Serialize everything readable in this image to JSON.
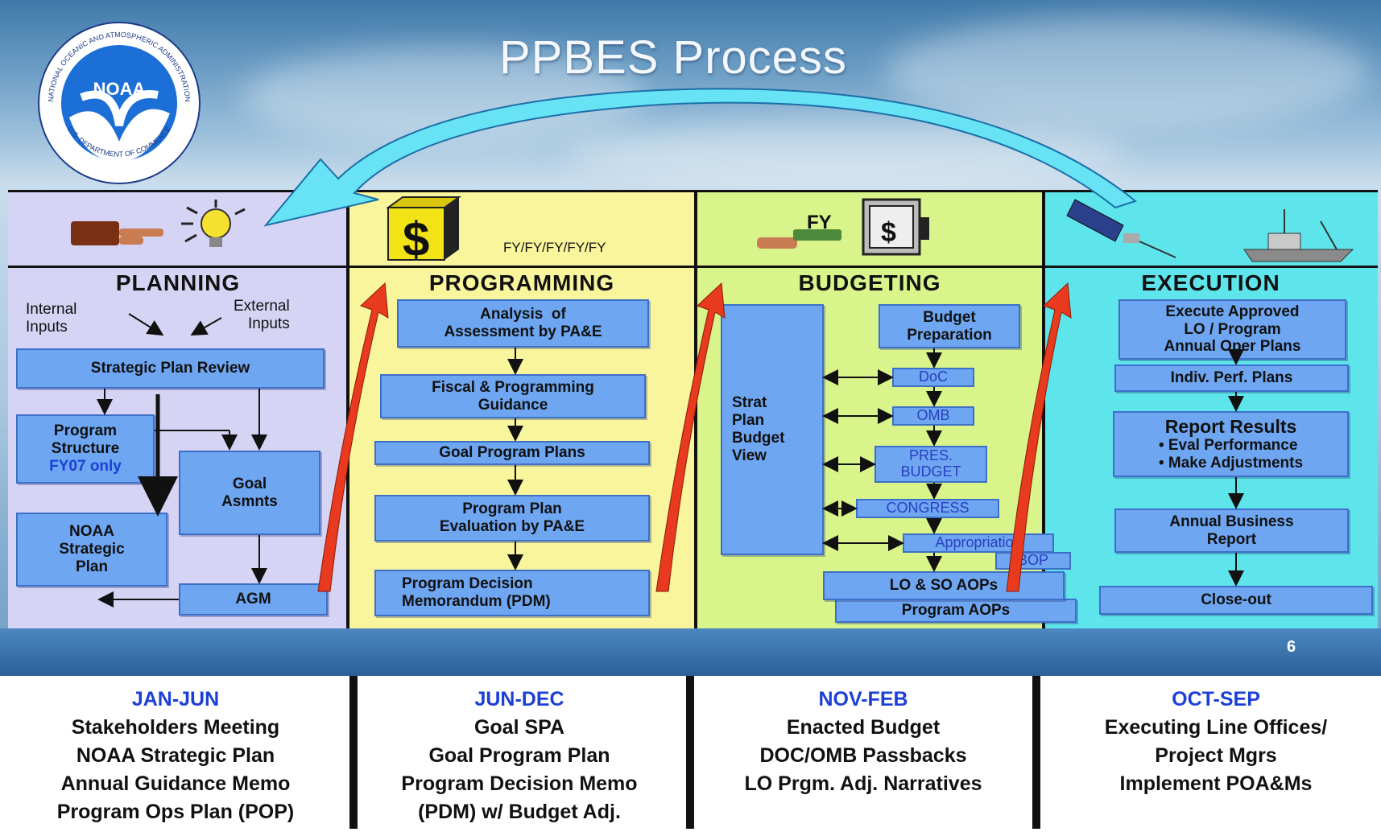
{
  "title": "PPBES Process",
  "logo": {
    "text_top": "NATIONAL OCEANIC AND ATMOSPHERIC ADMINISTRATION",
    "text_bottom": "U.S. DEPARTMENT OF COMMERCE",
    "short": "NOAA"
  },
  "colors": {
    "planning": "#d6d4f5",
    "programming": "#f9f59c",
    "budgeting": "#d9f48a",
    "execution": "#5ee5ec",
    "box": "#6ea6f2",
    "months": "#1c3fd6",
    "arrow": "#e83a1e",
    "cycle_arrow": "#67e3f5"
  },
  "programming_header": "FY/FY/FY/FY/FY",
  "budgeting_header": "FY",
  "page_number": "6",
  "planning": {
    "label": "PLANNING",
    "internal_inputs": "Internal\nInputs",
    "external_inputs": "External\nInputs",
    "strategic_review": "Strategic Plan Review",
    "program_structure": "Program\nStructure",
    "fy07": "FY07 only",
    "goal_asmnts": "Goal\nAsmnts",
    "noaa_plan": "NOAA\nStrategic\nPlan",
    "agm": "AGM"
  },
  "programming": {
    "label": "PROGRAMMING",
    "analysis": "Analysis  of\nAssessment by PA&E",
    "fiscal": "Fiscal & Programming\nGuidance",
    "goal_plans": "Goal Program Plans",
    "evaluation": "Program Plan\nEvaluation by PA&E",
    "pdm": "Program Decision\nMemorandum (PDM)"
  },
  "budgeting": {
    "label": "BUDGETING",
    "strat": "Strat\nPlan\nBudget\nView",
    "prep": "Budget\nPreparation",
    "doc": "DoC",
    "omb": "OMB",
    "pres": "PRES.\nBUDGET",
    "congress": "CONGRESS",
    "appropriation": "Appropriation",
    "bop": "BOP",
    "lo_so": "LO & SO AOPs",
    "program_aops": "Program AOPs"
  },
  "execution": {
    "label": "EXECUTION",
    "execute": "Execute Approved\nLO / Program\nAnnual Oper Plans",
    "indiv": "Indiv. Perf. Plans",
    "report_title": "Report Results",
    "report_items": "• Eval Performance\n• Make Adjustments",
    "annual": "Annual Business\nReport",
    "closeout": "Close-out"
  },
  "bottom": [
    {
      "months": "JAN-JUN",
      "lines": [
        "Stakeholders Meeting",
        "NOAA Strategic Plan",
        "Annual Guidance Memo",
        "Program Ops Plan (POP)"
      ]
    },
    {
      "months": "JUN-DEC",
      "lines": [
        "Goal SPA",
        "Goal Program Plan",
        "Program Decision Memo",
        "(PDM) w/ Budget Adj."
      ]
    },
    {
      "months": "NOV-FEB",
      "lines": [
        "Enacted Budget",
        "DOC/OMB Passbacks",
        "LO Prgm. Adj. Narratives"
      ]
    },
    {
      "months": "OCT-SEP",
      "lines": [
        "Executing Line Offices/",
        "Project Mgrs",
        "Implement POA&Ms"
      ]
    }
  ]
}
